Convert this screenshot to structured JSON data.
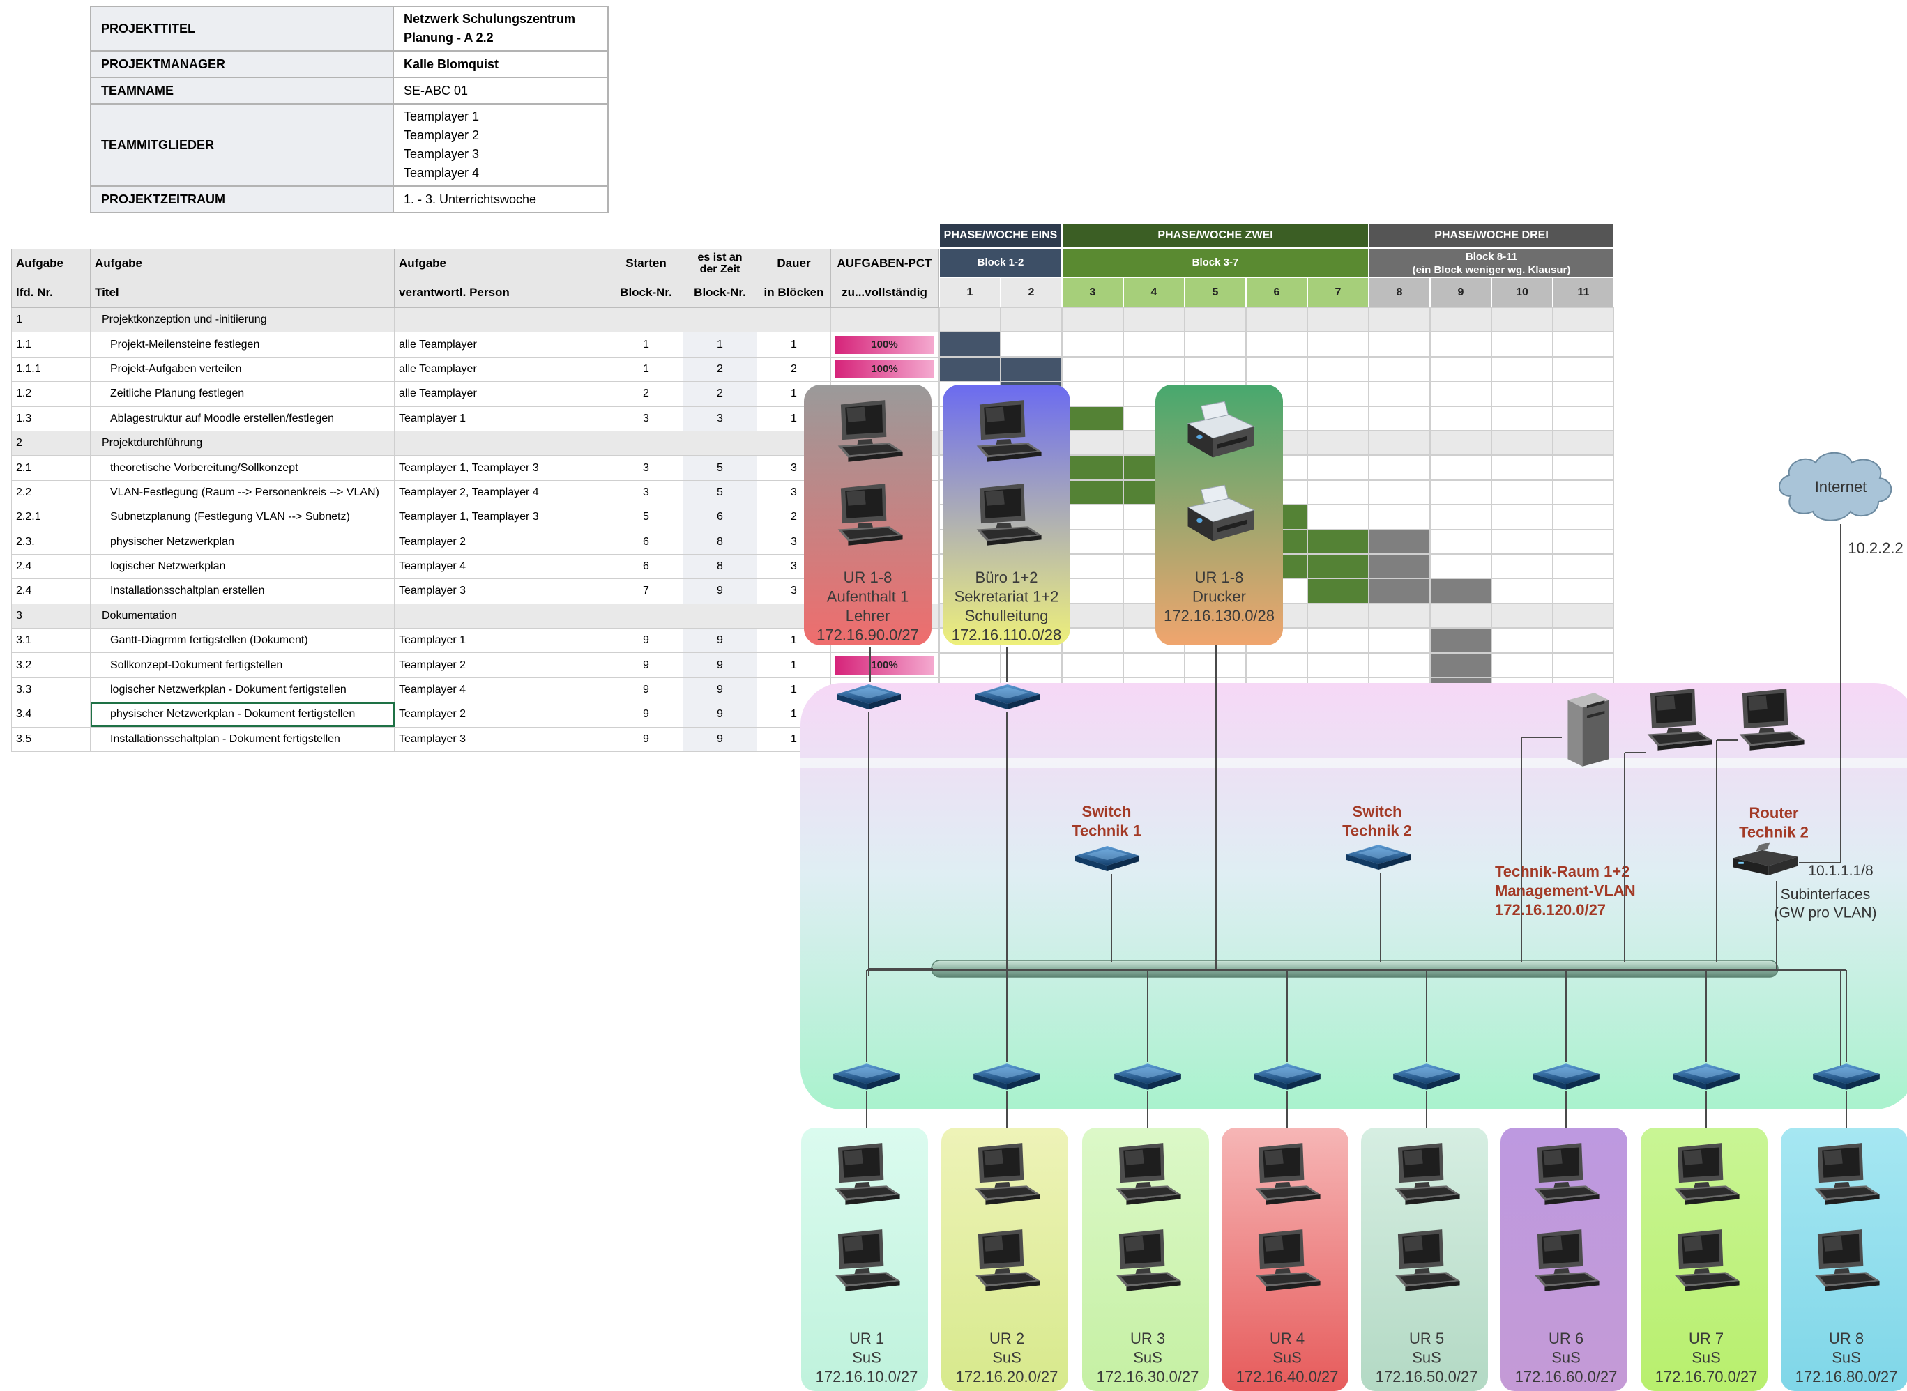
{
  "project_info": [
    {
      "key": "PROJEKTTITEL",
      "value": "Netzwerk Schulungszentrum\nPlanung - A 2.2",
      "bold": true
    },
    {
      "key": "PROJEKTMANAGER",
      "value": "Kalle Blomquist",
      "bold": true
    },
    {
      "key": "TEAMNAME",
      "value": "SE-ABC 01",
      "bold": false
    },
    {
      "key": "TEAMMITGLIEDER",
      "value": "Teamplayer 1\nTeamplayer 2\nTeamplayer 3\nTeamplayer 4",
      "bold": false
    },
    {
      "key": "PROJEKTZEITRAUM",
      "value": "1. - 3. Unterrichtswoche",
      "bold": false
    }
  ],
  "task_header": {
    "h1a": "Aufgabe",
    "h1b": "lfd. Nr.",
    "h2a": "Aufgabe",
    "h2b": "Titel",
    "h3a": "Aufgabe",
    "h3b": "verantwortl. Person",
    "h4a": "Starten",
    "h4b": "Block-Nr.",
    "h5a": "es ist an der Zeit",
    "h5b": "Block-Nr.",
    "h6a": "Dauer",
    "h6b": "in Blöcken",
    "h7a": "AUFGABEN-PCT",
    "h7b": "zu...vollständig"
  },
  "tasks": [
    {
      "nr": "1",
      "title": "Projektkonzeption und -initiierung",
      "person": "",
      "start": "",
      "end": "",
      "dur": "",
      "pct": "",
      "section": true
    },
    {
      "nr": "1.1",
      "title": "Projekt-Meilensteine festlegen",
      "person": "alle Teamplayer",
      "start": "1",
      "end": "1",
      "dur": "1",
      "pct": "100%"
    },
    {
      "nr": "1.1.1",
      "title": "Projekt-Aufgaben verteilen",
      "person": "alle Teamplayer",
      "start": "1",
      "end": "2",
      "dur": "2",
      "pct": "100%"
    },
    {
      "nr": "1.2",
      "title": "Zeitliche Planung festlegen",
      "person": "alle Teamplayer",
      "start": "2",
      "end": "2",
      "dur": "1",
      "pct": ""
    },
    {
      "nr": "1.3",
      "title": "Ablagestruktur auf Moodle erstellen/festlegen",
      "person": "Teamplayer 1",
      "start": "3",
      "end": "3",
      "dur": "1",
      "pct": ""
    },
    {
      "nr": "2",
      "title": "Projektdurchführung",
      "person": "",
      "start": "",
      "end": "",
      "dur": "",
      "pct": "",
      "section": true
    },
    {
      "nr": "2.1",
      "title": "theoretische Vorbereitung/Sollkonzept",
      "person": "Teamplayer 1, Teamplayer 3",
      "start": "3",
      "end": "5",
      "dur": "3",
      "pct": ""
    },
    {
      "nr": "2.2",
      "title": "VLAN-Festlegung (Raum --> Personenkreis --> VLAN)",
      "person": "Teamplayer 2, Teamplayer 4",
      "start": "3",
      "end": "5",
      "dur": "3",
      "pct": ""
    },
    {
      "nr": "2.2.1",
      "title": "Subnetzplanung (Festlegung VLAN --> Subnetz)",
      "person": "Teamplayer 1, Teamplayer 3",
      "start": "5",
      "end": "6",
      "dur": "2",
      "pct": ""
    },
    {
      "nr": "2.3.",
      "title": "physischer Netzwerkplan",
      "person": "Teamplayer 2",
      "start": "6",
      "end": "8",
      "dur": "3",
      "pct": ""
    },
    {
      "nr": "2.4",
      "title": "logischer Netzwerkplan",
      "person": "Teamplayer 4",
      "start": "6",
      "end": "8",
      "dur": "3",
      "pct": ""
    },
    {
      "nr": "2.4",
      "title": "Installationsschaltplan erstellen",
      "person": "Teamplayer 3",
      "start": "7",
      "end": "9",
      "dur": "3",
      "pct": ""
    },
    {
      "nr": "3",
      "title": "Dokumentation",
      "person": "",
      "start": "",
      "end": "",
      "dur": "",
      "pct": "",
      "section": true
    },
    {
      "nr": "3.1",
      "title": "Gantt-Diagrmm fertigstellen (Dokument)",
      "person": "Teamplayer 1",
      "start": "9",
      "end": "9",
      "dur": "1",
      "pct": ""
    },
    {
      "nr": "3.2",
      "title": "Sollkonzept-Dokument fertigstellen",
      "person": "Teamplayer 2",
      "start": "9",
      "end": "9",
      "dur": "1",
      "pct": "100%"
    },
    {
      "nr": "3.3",
      "title": "logischer Netzwerkplan - Dokument fertigstellen",
      "person": "Teamplayer 4",
      "start": "9",
      "end": "9",
      "dur": "1",
      "pct": ""
    },
    {
      "nr": "3.4",
      "title": "physischer Netzwerkplan - Dokument fertigstellen",
      "person": "Teamplayer 2",
      "start": "9",
      "end": "9",
      "dur": "1",
      "pct": ""
    },
    {
      "nr": "3.5",
      "title": "Installationsschaltplan - Dokument fertigstellen",
      "person": "Teamplayer 3",
      "start": "9",
      "end": "9",
      "dur": "1",
      "pct": ""
    }
  ],
  "gantt": {
    "phases": [
      {
        "label": "PHASE/WOCHE EINS",
        "block": "Block 1-2",
        "color": "#2e3b4d",
        "sub": "#3d4f66",
        "cols": [
          "1",
          "2"
        ],
        "colbg": "#e8e8e8"
      },
      {
        "label": "PHASE/WOCHE ZWEI",
        "block": "Block 3-7",
        "color": "#3b5e24",
        "sub": "#5a8a31",
        "cols": [
          "3",
          "4",
          "5",
          "6",
          "7"
        ],
        "colbg": "#a6cf7a"
      },
      {
        "label": "PHASE/WOCHE DREI",
        "block": "Block 8-11\n(ein Block weniger wg. Klausur)",
        "color": "#555555",
        "sub": "#6e6e6e",
        "cols": [
          "8",
          "9",
          "10",
          "11"
        ],
        "colbg": "#bdbdbd"
      }
    ]
  },
  "network": {
    "internet": "Internet",
    "internet_ip": "10.2.2.2",
    "router_label": "Router\nTechnik 2",
    "router_ip": "10.1.1.1/8",
    "subinterfaces": "Subinterfaces\n(GW pro VLAN)",
    "switch1": "Switch\nTechnik 1",
    "switch2": "Switch\nTechnik 2",
    "mgmt": "Technik-Raum 1+2\nManagement-VLAN\n172.16.120.0/27",
    "top_rooms": [
      {
        "label": "UR 1-8\nAufenthalt 1\nLehrer\n172.16.90.0/27",
        "device": "pc"
      },
      {
        "label": "Büro 1+2\nSekretariat 1+2\nSchulleitung\n172.16.110.0/28",
        "device": "pc"
      },
      {
        "label": "UR 1-8\nDrucker\n172.16.130.0/28",
        "device": "printer"
      }
    ],
    "bottom_rooms": [
      {
        "label": "UR 1\nSuS\n172.16.10.0/27"
      },
      {
        "label": "UR 2\nSuS\n172.16.20.0/27"
      },
      {
        "label": "UR 3\nSuS\n172.16.30.0/27"
      },
      {
        "label": "UR 4\nSuS\n172.16.40.0/27"
      },
      {
        "label": "UR 5\nSuS\n172.16.50.0/27"
      },
      {
        "label": "UR 6\nSuS\n172.16.60.0/27"
      },
      {
        "label": "UR 7\nSuS\n172.16.70.0/27"
      },
      {
        "label": "UR 8\nSuS\n172.16.80.0/27"
      }
    ]
  }
}
